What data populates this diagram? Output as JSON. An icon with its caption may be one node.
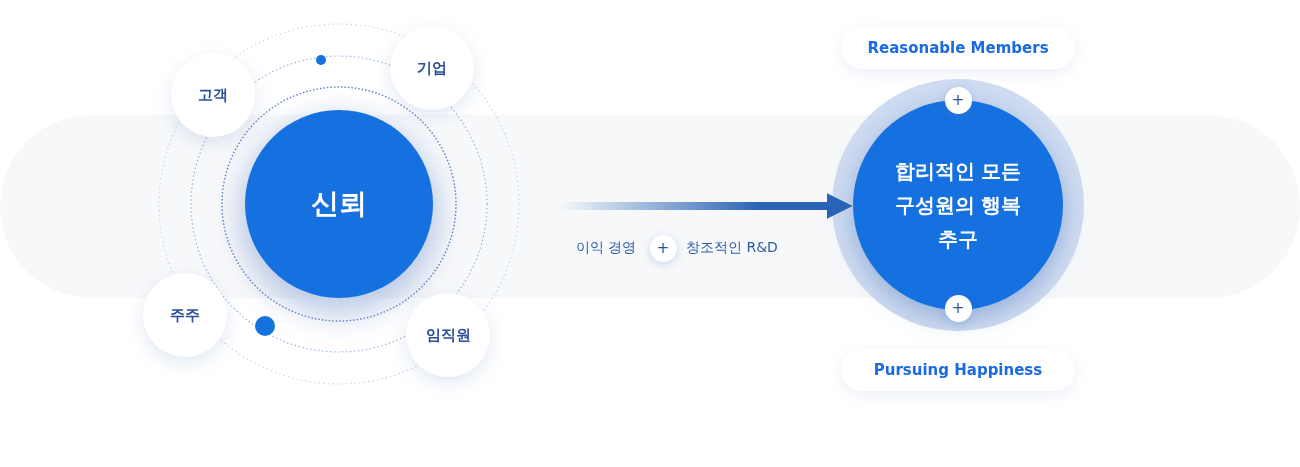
{
  "diagram": {
    "nodes": [
      {
        "text": [
          "신뢰"
        ]
      },
      {
        "text": [
          "고객"
        ]
      },
      {
        "text": [
          "기업"
        ]
      },
      {
        "text": [
          "주주"
        ]
      },
      {
        "text": [
          "임직원"
        ]
      },
      {
        "text": [
          "합리적인 모든 구성원의 행복 추구"
        ]
      },
      {
        "text": [
          "Reasonable Members"
        ]
      },
      {
        "text": [
          "Pursuing Happiness"
        ]
      },
      {
        "text": [
          "+"
        ]
      },
      {
        "text": [
          "+"
        ]
      },
      {
        "text": [
          "+"
        ]
      }
    ],
    "edges": [
      {
        "from": 0,
        "to": 5,
        "arrow": "to"
      }
    ],
    "labels": [
      "이익 경영",
      "창조적인 R&D"
    ]
  }
}
